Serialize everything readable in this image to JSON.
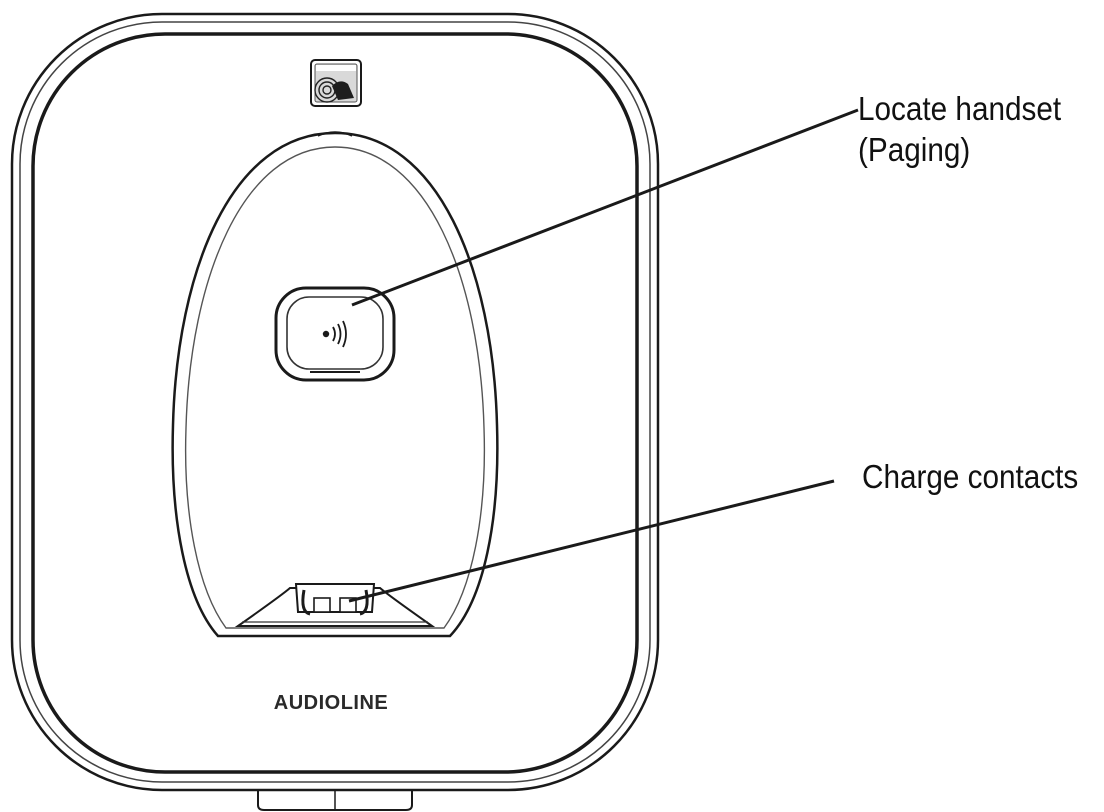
{
  "brand": {
    "name": "AUDIOLINE",
    "mode_badge": "ECOmode"
  },
  "callouts": [
    {
      "id": "paging",
      "lines": [
        "Locate handset",
        "(Paging)"
      ]
    },
    {
      "id": "charge",
      "lines": [
        "Charge contacts"
      ]
    }
  ],
  "icons": {
    "paging_button": "paging-sound-icon",
    "eco_badge": "eco-mode-icon"
  },
  "colors": {
    "outline": "#1a1a1a",
    "fill": "#ffffff",
    "soft_outline": "#555555"
  }
}
